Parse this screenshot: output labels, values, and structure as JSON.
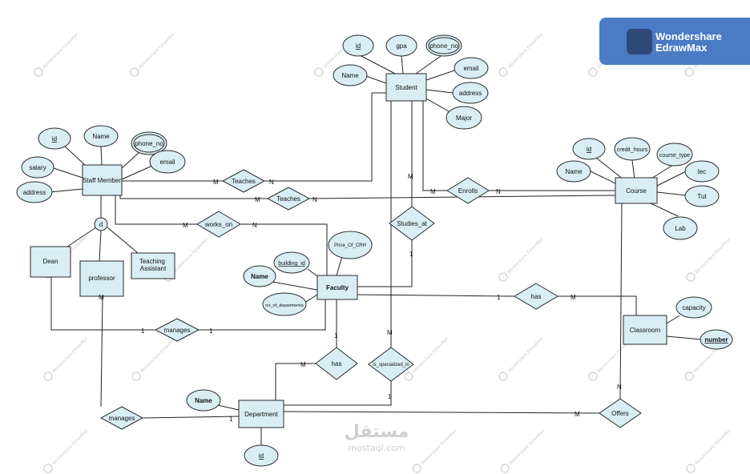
{
  "brand": {
    "line1": "Wondershare",
    "line2": "EdrawMax"
  },
  "site_mark": {
    "arabic": "مستقل",
    "latin": "mostaql.com"
  },
  "watermark": {
    "text": "Wondershare EdrawMax",
    "icon": "edrawmax-logo-icon"
  },
  "entities": [
    {
      "id": "student",
      "label": "Student"
    },
    {
      "id": "staff",
      "label": "Staff Member"
    },
    {
      "id": "course",
      "label": "Course"
    },
    {
      "id": "faculty",
      "label": "Faculty"
    },
    {
      "id": "dean",
      "label": "Dean"
    },
    {
      "id": "professor",
      "label": "professor"
    },
    {
      "id": "ta",
      "label": "Teaching Assistant"
    },
    {
      "id": "classroom",
      "label": "Classroom"
    },
    {
      "id": "department",
      "label": "Department"
    }
  ],
  "relationships": [
    {
      "id": "teaches1",
      "label": "Teaches"
    },
    {
      "id": "teaches2",
      "label": "Teaches"
    },
    {
      "id": "enrolls",
      "label": "Enrolls"
    },
    {
      "id": "works_on",
      "label": "works_on"
    },
    {
      "id": "studies_at",
      "label": "Studies_at"
    },
    {
      "id": "has1",
      "label": "has"
    },
    {
      "id": "manages1",
      "label": "manages"
    },
    {
      "id": "has2",
      "label": "has"
    },
    {
      "id": "is_specialized",
      "label": "is_specialized_in"
    },
    {
      "id": "manages2",
      "label": "manages"
    },
    {
      "id": "offers",
      "label": "Offers"
    }
  ],
  "attributes": [
    {
      "id": "st_id",
      "label": "id",
      "key": true
    },
    {
      "id": "st_gpa",
      "label": "gpa"
    },
    {
      "id": "st_phone",
      "label": "phone_no",
      "multivalued": true
    },
    {
      "id": "st_name",
      "label": "Name"
    },
    {
      "id": "st_email",
      "label": "email"
    },
    {
      "id": "st_address",
      "label": "address"
    },
    {
      "id": "st_major",
      "label": "Major"
    },
    {
      "id": "sm_id",
      "label": "id",
      "key": true
    },
    {
      "id": "sm_name",
      "label": "Name"
    },
    {
      "id": "sm_phone",
      "label": "phone_no",
      "multivalued": true
    },
    {
      "id": "sm_salary",
      "label": "salary"
    },
    {
      "id": "sm_email",
      "label": "email"
    },
    {
      "id": "sm_address",
      "label": "address"
    },
    {
      "id": "co_id",
      "label": "id",
      "key": true
    },
    {
      "id": "co_credit",
      "label": "credit_hours"
    },
    {
      "id": "co_type",
      "label": "course_type"
    },
    {
      "id": "co_name",
      "label": "Name"
    },
    {
      "id": "co_lec",
      "label": "lec"
    },
    {
      "id": "co_tut",
      "label": "Tut"
    },
    {
      "id": "co_lab",
      "label": "Lab"
    },
    {
      "id": "fa_price",
      "label": "Price_Of_CRH"
    },
    {
      "id": "fa_building",
      "label": "building_id",
      "key": true
    },
    {
      "id": "fa_name",
      "label": "Name",
      "bold": true
    },
    {
      "id": "fa_nodep",
      "label": "no_of_departments"
    },
    {
      "id": "cl_capacity",
      "label": "capacity"
    },
    {
      "id": "cl_number",
      "label": "number",
      "key": true,
      "bold": true
    },
    {
      "id": "de_name",
      "label": "Name",
      "bold": true
    },
    {
      "id": "de_id",
      "label": "id",
      "key": true
    }
  ],
  "isa": {
    "label": "d"
  },
  "cardinalities": {
    "teaches1_staff": "M",
    "teaches1_student": "N",
    "teaches2_staff": "M",
    "teaches2_course": "N",
    "enrolls_student": "M",
    "enrolls_course": "N",
    "works_staff": "M",
    "works_faculty": "N",
    "studies_student": "M",
    "studies_faculty": "1",
    "has1_faculty": "1",
    "has1_classroom": "M",
    "manages1_dean": "1",
    "manages1_faculty": "1",
    "has2_faculty": "1",
    "has2_department": "M",
    "spec_student": "M",
    "spec_department": "1",
    "manages2_professor": "M",
    "manages2_department": "1",
    "offers_course": "N",
    "offers_department": "M"
  }
}
